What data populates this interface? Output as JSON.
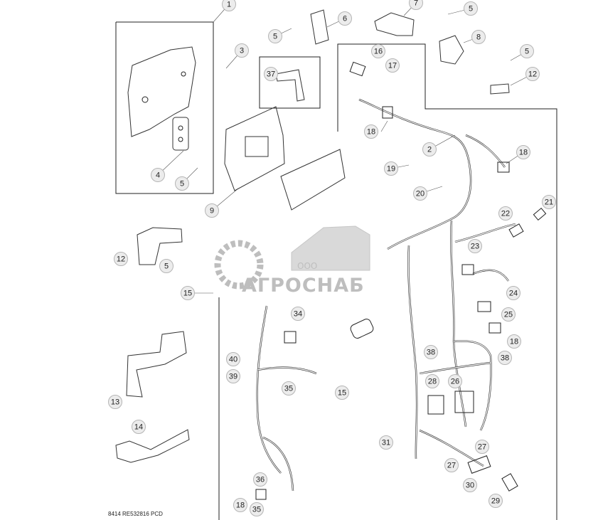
{
  "callouts": [
    {
      "label": "1"
    },
    {
      "label": "3"
    },
    {
      "label": "4"
    },
    {
      "label": "5"
    },
    {
      "label": "9"
    },
    {
      "label": "5"
    },
    {
      "label": "6"
    },
    {
      "label": "37"
    },
    {
      "label": "7"
    },
    {
      "label": "5"
    },
    {
      "label": "8"
    },
    {
      "label": "5"
    },
    {
      "label": "12"
    },
    {
      "label": "16"
    },
    {
      "label": "17"
    },
    {
      "label": "18"
    },
    {
      "label": "2"
    },
    {
      "label": "18"
    },
    {
      "label": "19"
    },
    {
      "label": "20"
    },
    {
      "label": "21"
    },
    {
      "label": "22"
    },
    {
      "label": "23"
    },
    {
      "label": "24"
    },
    {
      "label": "25"
    },
    {
      "label": "18"
    },
    {
      "label": "38"
    },
    {
      "label": "38"
    },
    {
      "label": "26"
    },
    {
      "label": "28"
    },
    {
      "label": "27"
    },
    {
      "label": "27"
    },
    {
      "label": "30"
    },
    {
      "label": "29"
    },
    {
      "label": "12"
    },
    {
      "label": "5"
    },
    {
      "label": "15"
    },
    {
      "label": "34"
    },
    {
      "label": "40"
    },
    {
      "label": "39"
    },
    {
      "label": "35"
    },
    {
      "label": "15"
    },
    {
      "label": "31"
    },
    {
      "label": "13"
    },
    {
      "label": "14"
    },
    {
      "label": "36"
    },
    {
      "label": "18"
    },
    {
      "label": "35"
    }
  ],
  "watermark": {
    "prefix": "ООО",
    "name": "АГРОСНАБ"
  },
  "footer": {
    "code": "8414  RE532816 PCD"
  }
}
